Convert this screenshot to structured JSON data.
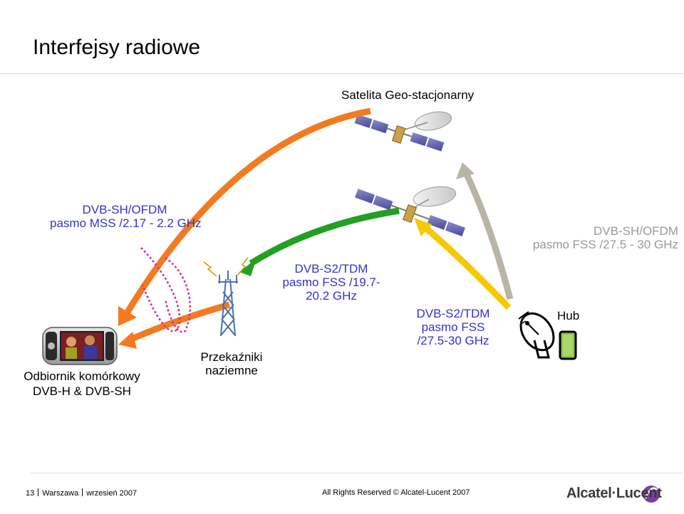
{
  "slide": {
    "title": "Interfejsy radiowe"
  },
  "labels": {
    "satellite": "Satelita Geo-stacjonarny",
    "orange_line1": "DVB-SH/OFDM",
    "orange_line2": "pasmo MSS /2.17 - 2.2 GHz",
    "grey_line1": "DVB-SH/OFDM",
    "grey_line2": "pasmo FSS /27.5 - 30 GHz",
    "green_line1": "DVB-S2/TDM",
    "green_line2": "pasmo FSS /19.7-",
    "green_line3": "20.2 GHz",
    "yellow_line1": "DVB-S2/TDM",
    "yellow_line2": "pasmo FSS",
    "yellow_line3": "/27.5-30 GHz",
    "hub": "Hub",
    "receiver_line1": "Odbiornik komórkowy",
    "receiver_line2": "DVB-H & DVB-SH",
    "repeater_line1": "Przekaźniki",
    "repeater_line2": "naziemne"
  },
  "footer": {
    "page": "13",
    "city": "Warszawa",
    "date": "wrzesień 2007",
    "rights": "All Rights Reserved © Alcatel-Lucent 2007",
    "logo": "Alcatel·Lucent"
  },
  "colors": {
    "orange": "#f47a20",
    "green": "#22a022",
    "yellow": "#f5c800",
    "grey": "#b8b4a6",
    "magenta": "#cc3399",
    "label_blue": "#3333cc"
  },
  "icons": [
    "satellite-icon",
    "phone-icon",
    "antenna-tower-icon",
    "satellite-dish-icon",
    "hub-server-icon",
    "logo-icon"
  ]
}
